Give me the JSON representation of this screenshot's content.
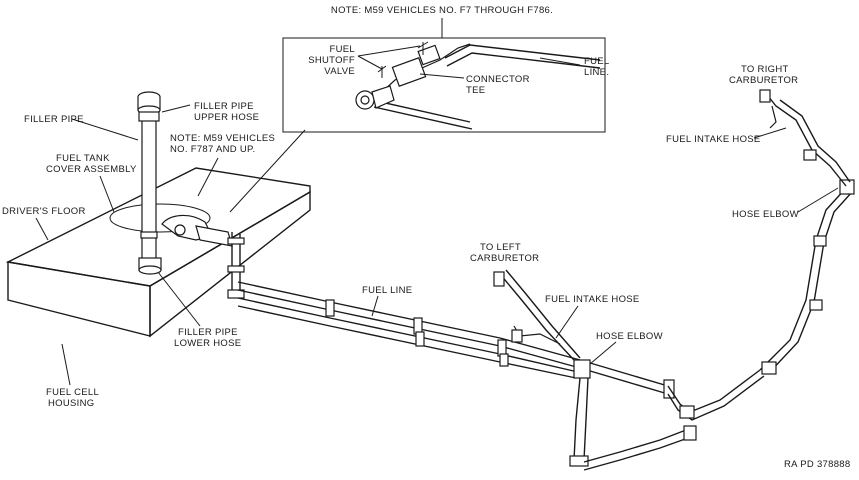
{
  "labels": {
    "note_top": "NOTE: M59 VEHICLES NO. F7 THROUGH F786.",
    "fuel_shutoff_valve": [
      "FUEL",
      "SHUTOFF",
      "VALVE"
    ],
    "connector_tee": [
      "CONNECTOR",
      "TEE"
    ],
    "fuel_line_inset": [
      "FUEL",
      "LINE."
    ],
    "filler_pipe_upper_hose": [
      "FILLER PIPE",
      "UPPER HOSE"
    ],
    "filler_pipe": "FILLER PIPE",
    "note_m59": [
      "NOTE: M59 VEHICLES",
      "NO. F787 AND UP."
    ],
    "fuel_tank_cover": [
      "FUEL TANK",
      "COVER ASSEMBLY"
    ],
    "drivers_floor": "DRIVER'S FLOOR",
    "filler_pipe_lower_hose": [
      "FILLER PIPE",
      "LOWER HOSE"
    ],
    "fuel_cell_housing": [
      "FUEL CELL",
      "HOUSING"
    ],
    "fuel_line": "FUEL LINE",
    "to_left_carb": [
      "TO LEFT",
      "CARBURETOR"
    ],
    "fuel_intake_hose_left": "FUEL INTAKE HOSE",
    "hose_elbow_left": "HOSE ELBOW",
    "to_right_carb": [
      "TO RIGHT",
      "CARBURETOR"
    ],
    "fuel_intake_hose_right": "FUEL INTAKE HOSE",
    "hose_elbow_right": "HOSE ELBOW",
    "ref_number": "RA PD 378888"
  }
}
